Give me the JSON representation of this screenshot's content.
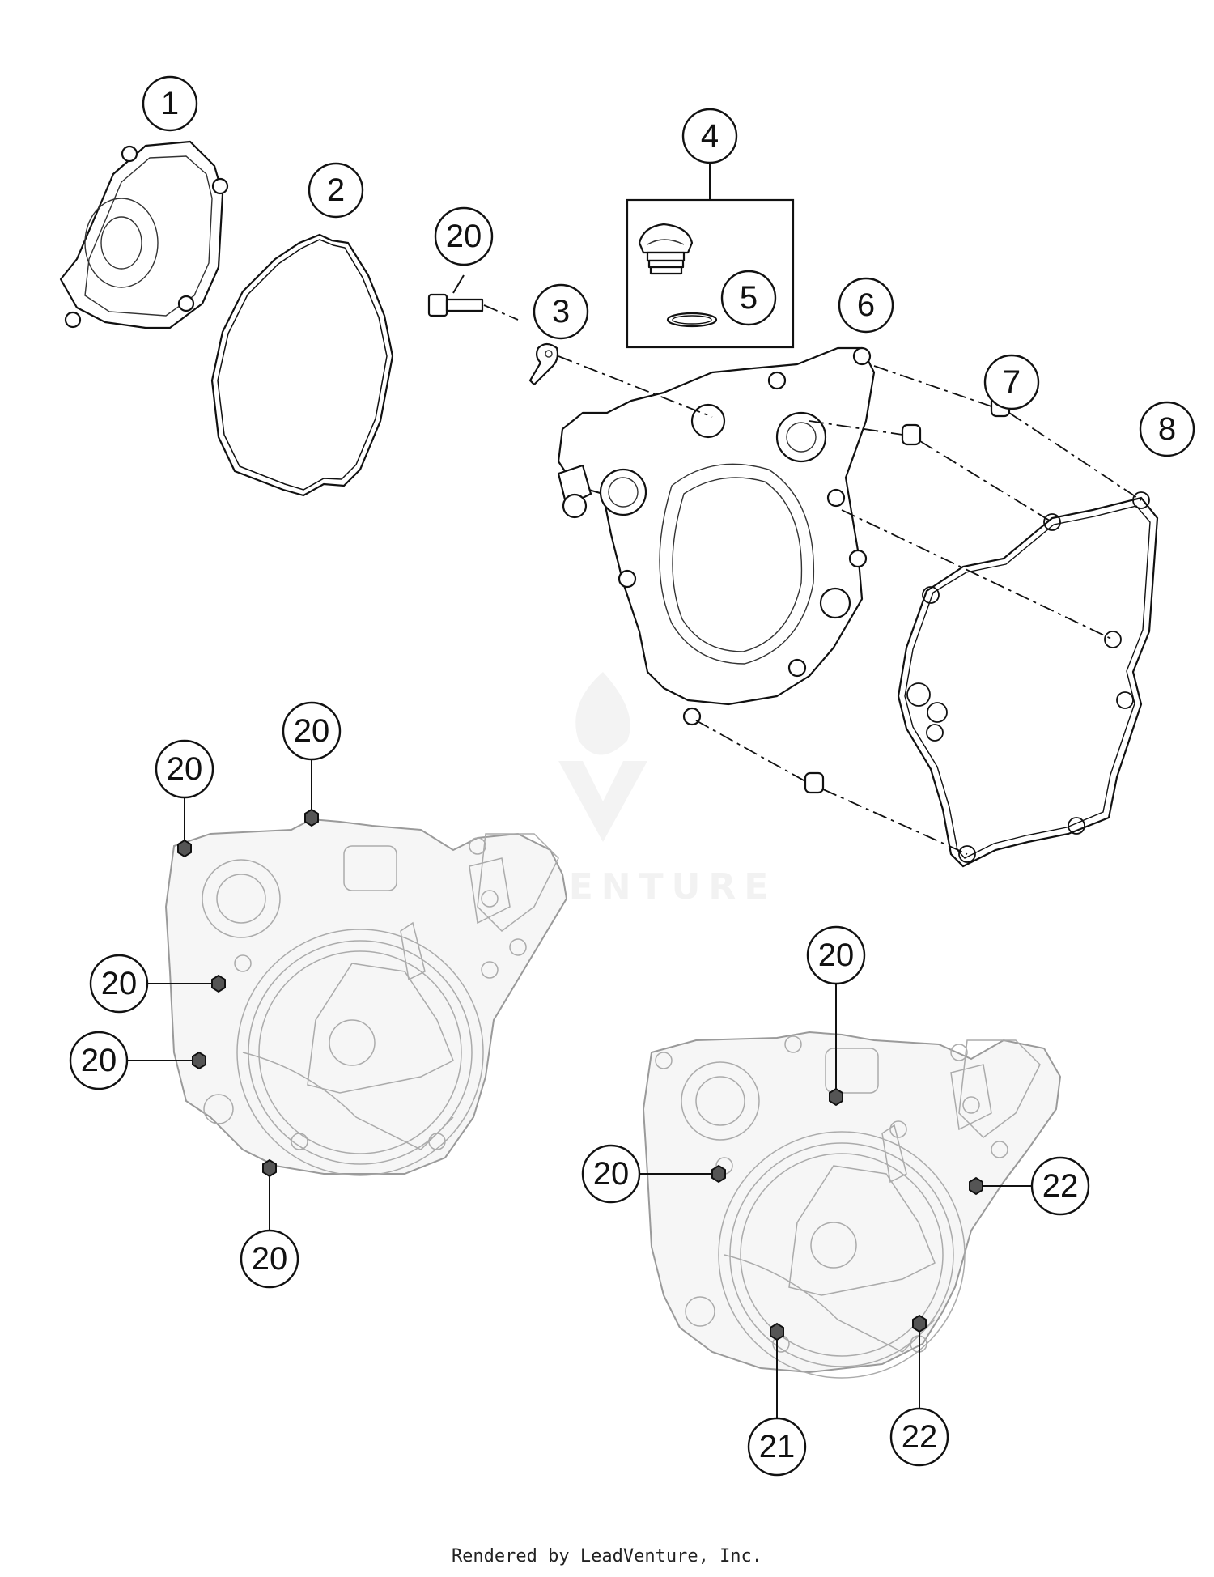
{
  "callouts": [
    {
      "id": "c1",
      "label": "1"
    },
    {
      "id": "c2",
      "label": "2"
    },
    {
      "id": "c3",
      "label": "3"
    },
    {
      "id": "c4",
      "label": "4"
    },
    {
      "id": "c5",
      "label": "5"
    },
    {
      "id": "c6",
      "label": "6"
    },
    {
      "id": "c7",
      "label": "7"
    },
    {
      "id": "c8",
      "label": "8"
    },
    {
      "id": "c20a",
      "label": "20"
    },
    {
      "id": "c20b",
      "label": "20"
    },
    {
      "id": "c20c",
      "label": "20"
    },
    {
      "id": "c20d",
      "label": "20"
    },
    {
      "id": "c20e",
      "label": "20"
    },
    {
      "id": "c20f",
      "label": "20"
    },
    {
      "id": "c20g",
      "label": "20"
    },
    {
      "id": "c20h",
      "label": "20"
    },
    {
      "id": "c21",
      "label": "21"
    },
    {
      "id": "c22a",
      "label": "22"
    },
    {
      "id": "c22b",
      "label": "22"
    }
  ],
  "watermark": {
    "text": "LEADVENTURE"
  },
  "footer": {
    "text": "Rendered by LeadVenture, Inc."
  }
}
